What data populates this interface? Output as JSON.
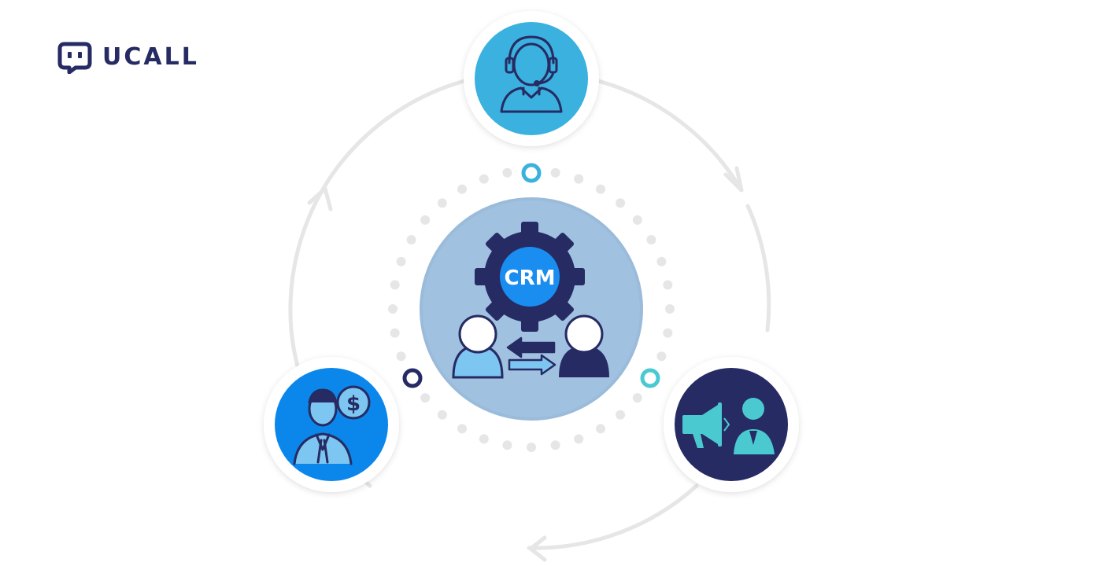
{
  "brand": {
    "name": "UCALL"
  },
  "center": {
    "label": "CRM"
  },
  "nodes": [
    {
      "role": "customer-support-agent",
      "icon": "headset-agent-icon"
    },
    {
      "role": "marketing",
      "icon": "megaphone-marketer-icon"
    },
    {
      "role": "sales",
      "icon": "salesperson-dollar-icon"
    }
  ],
  "colors": {
    "navy": "#262b63",
    "support_blue": "#3ab1de",
    "sales_blue": "#0b87ec",
    "crm_blue": "#1a8df0",
    "hub_fill": "#a1c1e0",
    "teal": "#4bc9d1",
    "ring_grey": "#e6e6e6"
  }
}
